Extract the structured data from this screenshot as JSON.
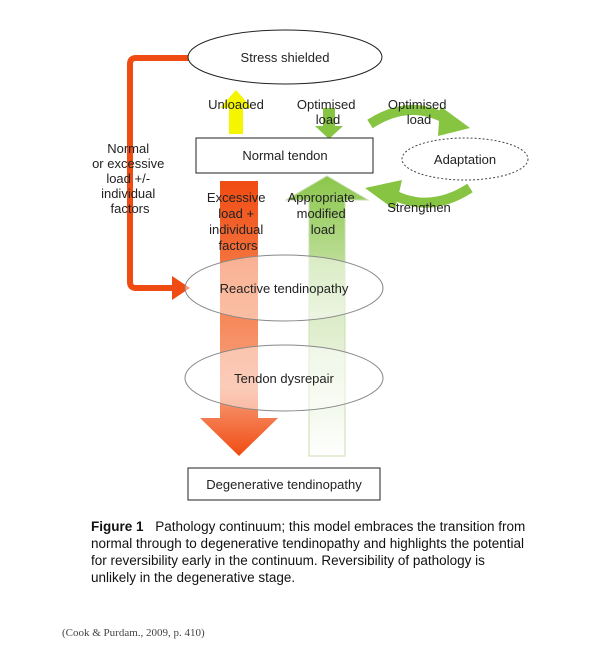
{
  "nodes": {
    "stress_shielded": "Stress shielded",
    "normal_tendon": "Normal tendon",
    "adaptation": "Adaptation",
    "reactive": "Reactive tendinopathy",
    "dysrepair": "Tendon dysrepair",
    "degenerative": "Degenerative tendinopathy"
  },
  "arrow_labels": {
    "unloaded": "Unloaded",
    "optimised_load_down": [
      "Optimised",
      "load"
    ],
    "optimised_load_cycle": [
      "Optimised",
      "load"
    ],
    "strengthen": "Strengthen",
    "side_load": [
      "Normal",
      "or excessive",
      "load +/-",
      "individual",
      "factors"
    ],
    "excessive": [
      "Excessive",
      "load +",
      "individual",
      "factors"
    ],
    "appropriate": [
      "Appropriate",
      "modified",
      "load"
    ]
  },
  "colors": {
    "red_arrow": "#f04b12",
    "light_red": "#f6a27d",
    "yellow_arrow": "#f5f500",
    "green_arrow": "#86c441",
    "light_green": "#e6f2d8"
  },
  "caption": {
    "figure_label": "Figure 1",
    "text": "Pathology continuum; this model embraces the transition from normal through to degenerative tendinopathy and highlights the potential for reversibility early in the continuum. Reversibility of pathology is unlikely in the degenerative stage."
  },
  "source": "(Cook & Purdam., 2009, p. 410)"
}
